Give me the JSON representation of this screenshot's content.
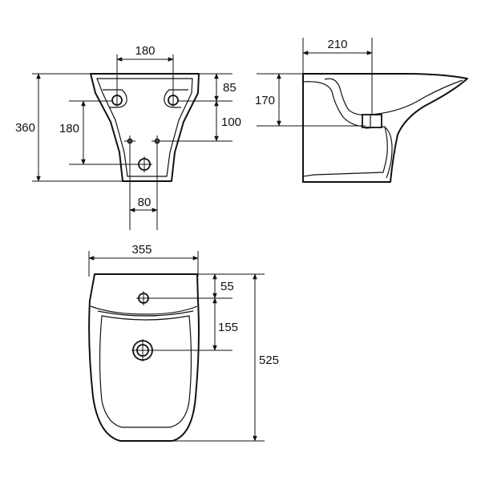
{
  "dimensions": {
    "front_top_hole_spacing": "180",
    "front_hole_to_top": "85",
    "front_total_height": "360",
    "front_lower_hole_height": "180",
    "front_hole_offset": "100",
    "front_drain_width": "80",
    "side_depth": "210",
    "side_height": "170",
    "top_width": "355",
    "top_tap_to_edge": "55",
    "top_tap_to_drain": "155",
    "top_total_length": "525"
  },
  "colors": {
    "line": "#111111",
    "background": "#ffffff"
  }
}
